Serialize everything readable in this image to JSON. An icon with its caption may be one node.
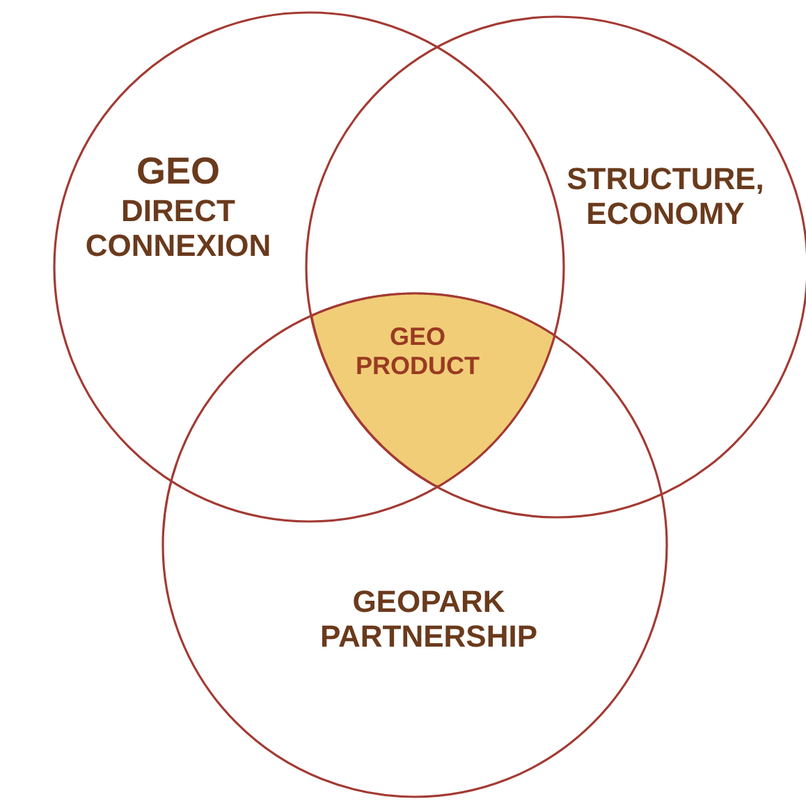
{
  "diagram": {
    "nodes": [
      {
        "text": [
          "GEO",
          "DIRECT CONNEXION"
        ]
      },
      {
        "text": [
          "STRUCTURE, ECONOMY"
        ]
      },
      {
        "text": [
          "GEOPARK PARTNERSHIP"
        ]
      },
      {
        "text": [
          "GEO PRODUCT"
        ]
      }
    ]
  }
}
